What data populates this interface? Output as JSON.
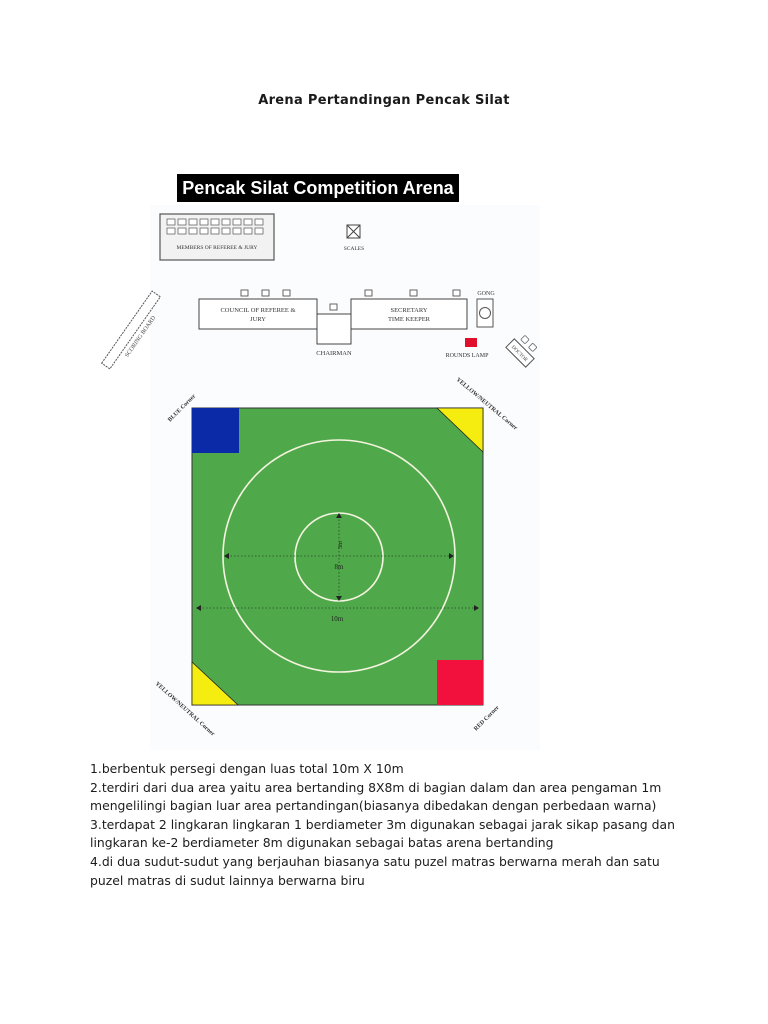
{
  "page": {
    "title": "Arena Pertandingan Pencak Silat"
  },
  "diagram": {
    "banner": "Pencak Silat Competition Arena",
    "labels": {
      "members_jury": "MEMBERS OF REFEREE & JURY",
      "scales": "SCALES",
      "council_line1": "COUNCIL OF REFEREE &",
      "council_line2": "JURY",
      "chairman": "CHAIRMAN",
      "secretary_line1": "SECRETARY",
      "secretary_line2": "TIME KEEPER",
      "gong": "GONG",
      "rounds_lamp": "ROUNDS LAMP",
      "scoring_board": "SCORING BOARD",
      "doctor": "DOCTOR",
      "blue_corner": "BLUE Corner",
      "yellow_corner_top": "YELLOW/NEUTRAL Corner",
      "yellow_corner_bottom": "YELLOW/NEUTRAL Corner",
      "red_corner": "RED Corner",
      "dim_3m": "3m",
      "dim_8m": "8m",
      "dim_10m": "10m"
    },
    "colors": {
      "field": "#4fa84a",
      "blue_corner": "#0a2aa8",
      "red_corner": "#f2103c",
      "yellow_corner": "#f5ec10",
      "rounds_lamp": "#e0102c",
      "circle_line": "#f4f4e0"
    }
  },
  "description": {
    "items": [
      "1.berbentuk persegi dengan luas total 10m X 10m",
      "2.terdiri dari dua area yaitu area bertanding 8X8m di bagian dalam dan area pengaman 1m mengelilingi bagian luar area pertandingan(biasanya dibedakan dengan perbedaan warna)",
      "3.terdapat 2 lingkaran lingkaran 1 berdiameter 3m digunakan sebagai jarak sikap pasang dan lingkaran ke-2 berdiameter 8m digunakan sebagai batas arena bertanding",
      "4.di dua sudut-sudut yang berjauhan biasanya satu puzel matras berwarna merah dan satu puzel matras di sudut lainnya berwarna biru"
    ]
  }
}
